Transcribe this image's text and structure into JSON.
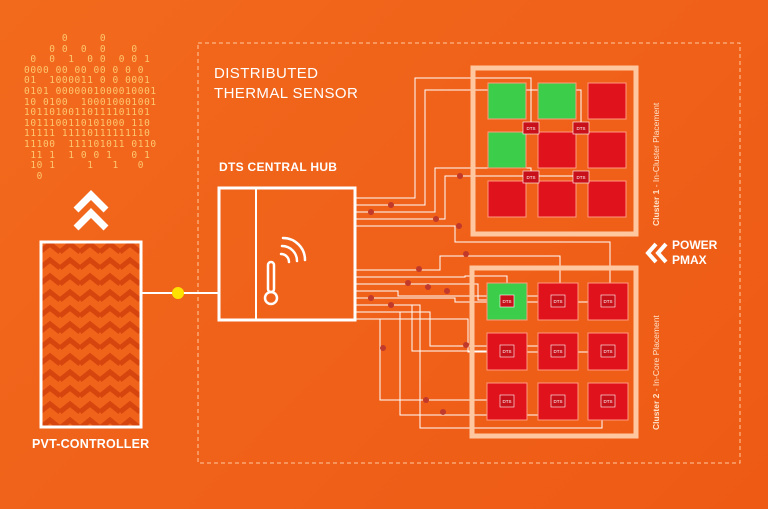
{
  "title": {
    "line1": "DISTRIBUTED",
    "line2": "THERMAL SENSOR"
  },
  "hub": {
    "label": "DTS CENTRAL HUB"
  },
  "controller": {
    "label": "PVT-CONTROLLER"
  },
  "power": {
    "line1": "POWER",
    "line2": "PMAX"
  },
  "cluster1": {
    "label_bold": "Cluster 1",
    "label_rest": " - In-Cluster Placement",
    "sensor_tag": "DTS",
    "cell_states": [
      "cool",
      "cool",
      "hot",
      "cool",
      "hot",
      "hot",
      "hot",
      "hot",
      "hot"
    ]
  },
  "cluster2": {
    "label_bold": "Cluster 2",
    "label_rest": " - In-Core Placement",
    "sensor_tag": "DTS",
    "cell_states": [
      "cool",
      "hot",
      "hot",
      "hot",
      "hot",
      "hot",
      "hot",
      "hot",
      "hot"
    ]
  },
  "binary_art": "      0     0\n    0 0  0  0    0\n 0  0  1  0 0  0 0 1\n0000 00 00 00 0 0 0\n01  1000011 0 0 0001\n0101 0000001000010001\n10 0100  100010001001\n10110100110111101101\n1011100110101000 110\n11111 11110111111110\n11100  111101011 0110\n 11 1  1 0 0 1   0 1\n 10 1     1   1   0\n  0",
  "colors": {
    "background": "#f26a1c",
    "cell_cool": "#3ccd4a",
    "cell_hot": "#e0121c",
    "connector_dot": "#c0392b",
    "junction_dot": "#ffe100",
    "line": "#ffffff"
  }
}
